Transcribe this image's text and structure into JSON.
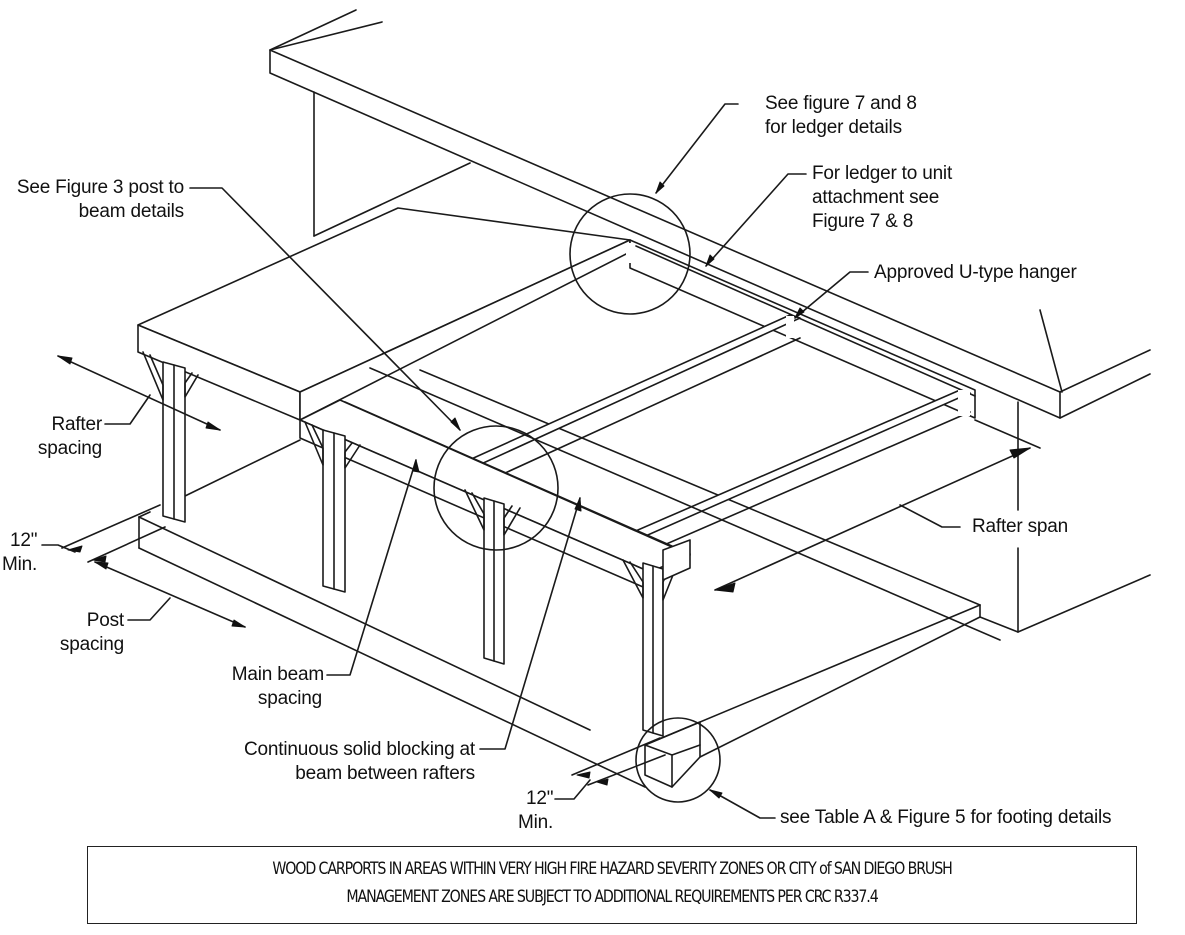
{
  "figure": {
    "subject": "Wood carport attached to dwelling unit — isometric framing view",
    "callouts": {
      "ledger_details": {
        "line1": "See figure 7 and 8",
        "line2": "for ledger details"
      },
      "ledger_attachment": {
        "line1": "For ledger to unit",
        "line2": "attachment see",
        "line3": "Figure 7 & 8"
      },
      "post_to_beam": {
        "line1": "See Figure 3 post to",
        "line2": "beam details"
      },
      "hanger": {
        "line1": "Approved U-type hanger"
      },
      "rafter_spacing": {
        "line1": "Rafter",
        "line2": "spacing"
      },
      "rafter_span": {
        "line1": "Rafter span"
      },
      "min_left": {
        "line1": "12\"",
        "line2": "Min."
      },
      "post_spacing": {
        "line1": "Post",
        "line2": "spacing"
      },
      "main_beam_spacing": {
        "line1": "Main beam",
        "line2": "spacing"
      },
      "blocking": {
        "line1": "Continuous solid blocking at",
        "line2": "beam between rafters"
      },
      "min_bottom": {
        "line1": "12\"",
        "line2": "Min."
      },
      "footing": {
        "line1": "see Table A & Figure 5 for footing details"
      }
    },
    "notice": {
      "line1": "WOOD CARPORTS IN AREAS WITHIN VERY HIGH FIRE HAZARD SEVERITY ZONES OR CITY of SAN DIEGO BRUSH",
      "line2": "MANAGEMENT ZONES ARE SUBJECT TO ADDITIONAL REQUIREMENTS PER CRC R337.4"
    }
  }
}
